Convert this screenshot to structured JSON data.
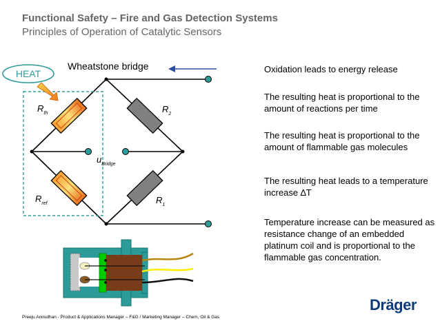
{
  "header": {
    "title": "Functional Safety – Fire and Gas Detection Systems",
    "subtitle": "Principles of Operation of Catalytic Sensors"
  },
  "diagram": {
    "bridge_label": "Wheatstone bridge",
    "heat_label": "HEAT",
    "r_th": {
      "main": "R",
      "sub": "th"
    },
    "r_2": {
      "main": "R",
      "sub": "2"
    },
    "r_ref": {
      "main": "R",
      "sub": "ref"
    },
    "r_1": {
      "main": "R",
      "sub": "1"
    },
    "u_bridge": {
      "main": "u",
      "sub": "Bridge"
    }
  },
  "bullets": [
    "Oxidation leads to energy release",
    "The resulting heat is proportional to the amount of reactions per time",
    "The resulting heat is proportional to the amount of flammable gas molecules",
    "The resulting heat leads to a temperature increase ∆T",
    "Temperature increase can be measured as resistance change of an embedded platinum coil and is proportional to the flammable gas concentration."
  ],
  "footer": "Preeju Anirudhan - Product & Applications Manager – F&G / Marketing Manager – Chem, Oil & Gas",
  "logo": "Dräger",
  "colors": {
    "teal": "#2e9b9b",
    "resistor_gray": "#808080",
    "resistor_hot": "#f0902a",
    "sensor_brown": "#7a3b1a",
    "sensor_green": "#00cc00",
    "arrow_blue": "#2a4fa0"
  }
}
